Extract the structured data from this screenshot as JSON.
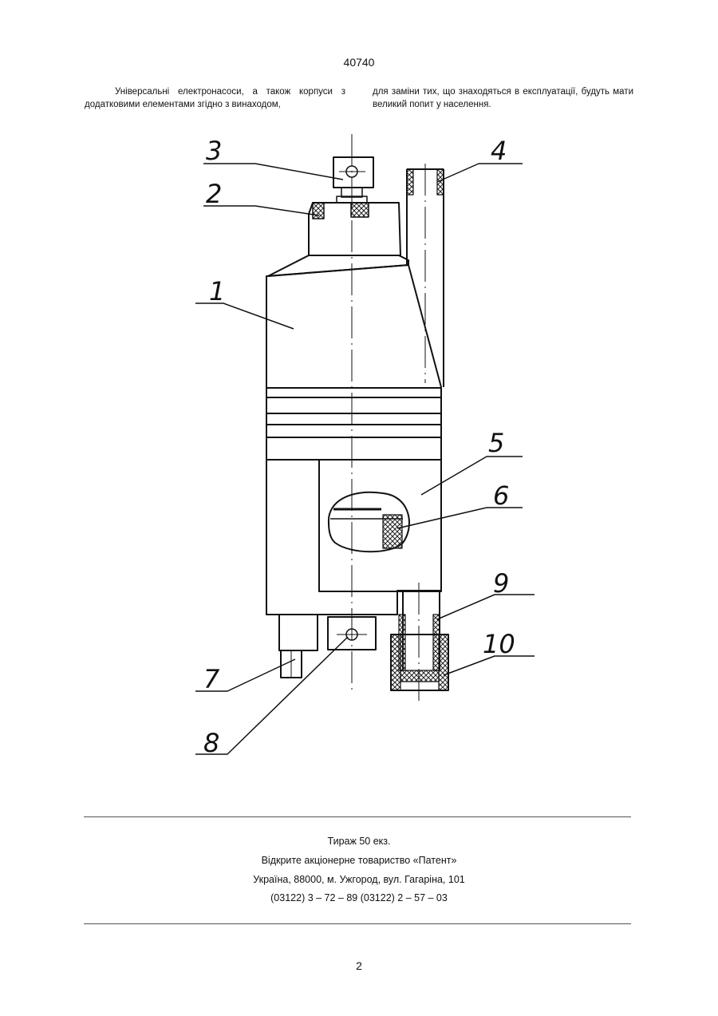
{
  "header": {
    "patent_number": "40740"
  },
  "body_text": {
    "left_column": "Універсальні електронасоси, а також корпуси з додатковими елементами згідно з винаходом,",
    "right_column": "для заміни тих, що знаходяться в експлуатації, будуть мати великий попит у населення."
  },
  "figure": {
    "labels": [
      "1",
      "2",
      "3",
      "4",
      "5",
      "6",
      "7",
      "8",
      "9",
      "10"
    ]
  },
  "footer": {
    "circulation": "Тираж 50 екз.",
    "publisher": "Відкрите акціонерне товариство «Патент»",
    "address": "Україна, 88000, м. Ужгород, вул. Гагаріна, 101",
    "phones": "(03122) 3 – 72 – 89   (03122) 2 – 57 – 03"
  },
  "page": {
    "number": "2"
  }
}
